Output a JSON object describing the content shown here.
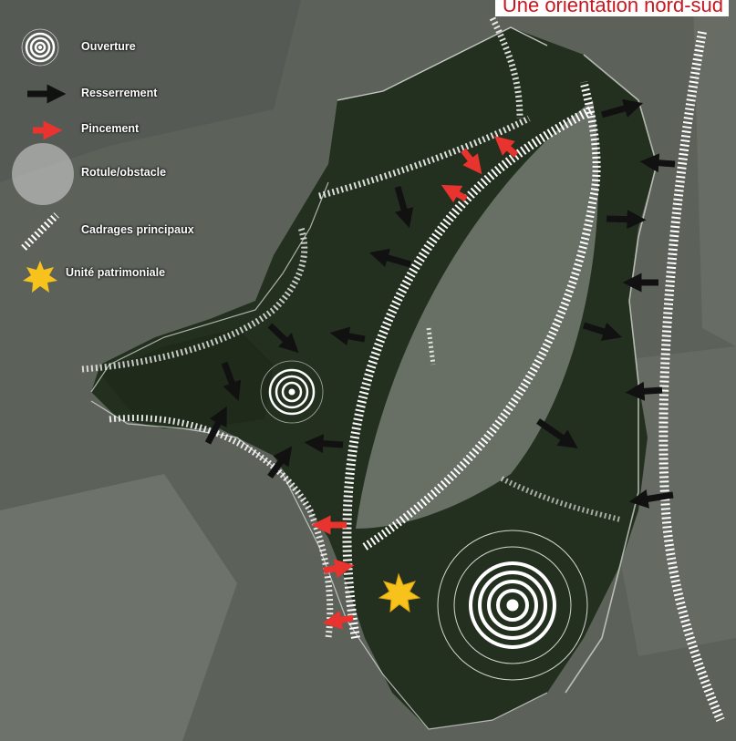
{
  "title": "Une orientation nord-sud",
  "legend": {
    "items": [
      {
        "symbol": "concentric-rings-icon",
        "label": "Ouverture"
      },
      {
        "symbol": "black-arrow-icon",
        "label": "Resserrement"
      },
      {
        "symbol": "red-arrow-icon",
        "label": "Pincement"
      },
      {
        "symbol": "grey-disc-icon",
        "label": "Rotule/obstacle"
      },
      {
        "symbol": "striped-line-icon",
        "label": "Cadrages principaux"
      },
      {
        "symbol": "yellow-star-icon",
        "label": "Unité patrimoniale"
      }
    ]
  },
  "colors": {
    "title": "#c8171e",
    "pincement_arrow": "#e8332f",
    "resserrement_arrow": "#1a1a1a",
    "star": "#f7c21b",
    "forest": "#22301f",
    "ground": "#5b6158"
  }
}
